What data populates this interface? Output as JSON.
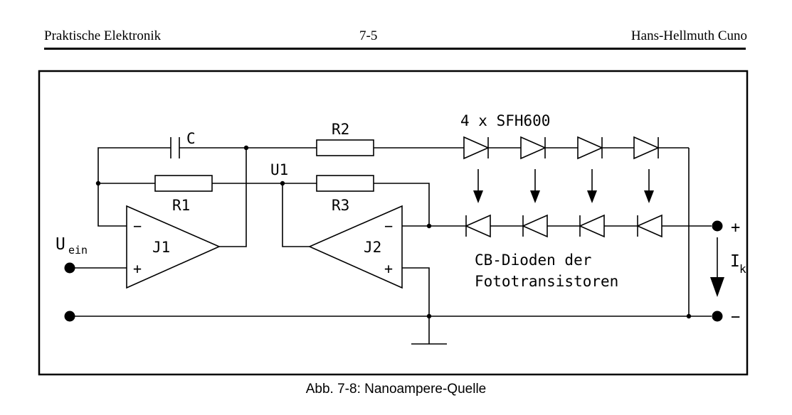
{
  "header": {
    "left": "Praktische Elektronik",
    "center": "7-5",
    "right": "Hans-Hellmuth Cuno"
  },
  "schematic": {
    "labels": {
      "C": "C",
      "R1": "R1",
      "R2": "R2",
      "R3": "R3",
      "U1": "U1",
      "J1": "J1",
      "J2": "J2",
      "U_main": "U",
      "U_sub": "ein",
      "I_main": "I",
      "I_sub": "k",
      "led_label": "4 x SFH600",
      "cb_line1": "CB-Dioden der",
      "cb_line2": "Fototransistoren",
      "minus": "−",
      "plus": "+"
    }
  },
  "caption": "Abb. 7-8: Nanoampere-Quelle"
}
